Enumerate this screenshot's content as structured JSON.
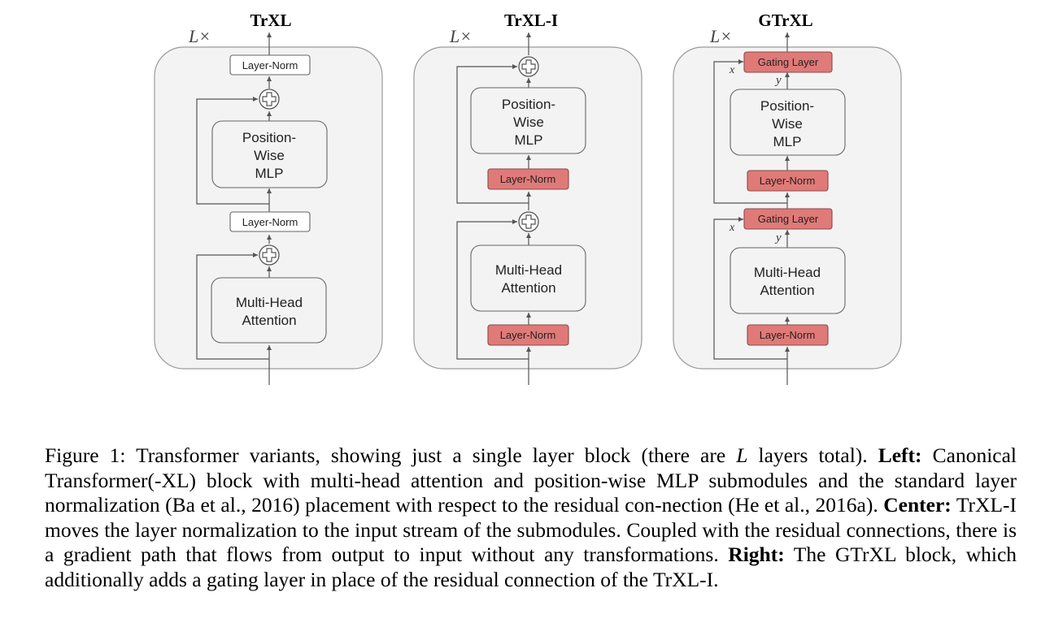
{
  "figure": {
    "panels": [
      {
        "title": "TrXL",
        "repeat": "L×",
        "blocks": {
          "top_norm": "Layer-Norm",
          "mlp": [
            "Position-",
            "Wise",
            "MLP"
          ],
          "mid_norm": "Layer-Norm",
          "mha": [
            "Multi-Head",
            "Attention"
          ]
        }
      },
      {
        "title": "TrXL-I",
        "repeat": "L×",
        "blocks": {
          "mlp": [
            "Position-",
            "Wise",
            "MLP"
          ],
          "norm_mlp": "Layer-Norm",
          "mha": [
            "Multi-Head",
            "Attention"
          ],
          "norm_mha": "Layer-Norm"
        }
      },
      {
        "title": "GTrXL",
        "repeat": "L×",
        "blocks": {
          "gate_top": "Gating Layer",
          "mlp": [
            "Position-",
            "Wise",
            "MLP"
          ],
          "norm_mlp": "Layer-Norm",
          "gate_mid": "Gating Layer",
          "mha": [
            "Multi-Head",
            "Attention"
          ],
          "norm_mha": "Layer-Norm",
          "x_label": "x",
          "y_label": "y"
        }
      }
    ]
  },
  "caption": {
    "figure_label": "Figure 1:",
    "intro_before_L": "Transformer variants, showing just a single layer block (there are",
    "L_symbol": "L",
    "intro_after_L": "layers total).",
    "left_label": "Left:",
    "left_text": "Canonical Transformer(-XL) block with multi-head attention and position-wise MLP submodules and the standard layer normalization (Ba et al., 2016) placement with respect to the residual con-nection (He et al., 2016a).",
    "center_label": "Center:",
    "center_text": "TrXL-I moves the layer normalization to the input stream of the submodules. Coupled with the residual connections, there is a gradient path that flows from output to input without any transformations.",
    "right_label": "Right:",
    "right_text": "The GTrXL block, which additionally adds a gating layer in place of the residual connection of the TrXL-I."
  }
}
